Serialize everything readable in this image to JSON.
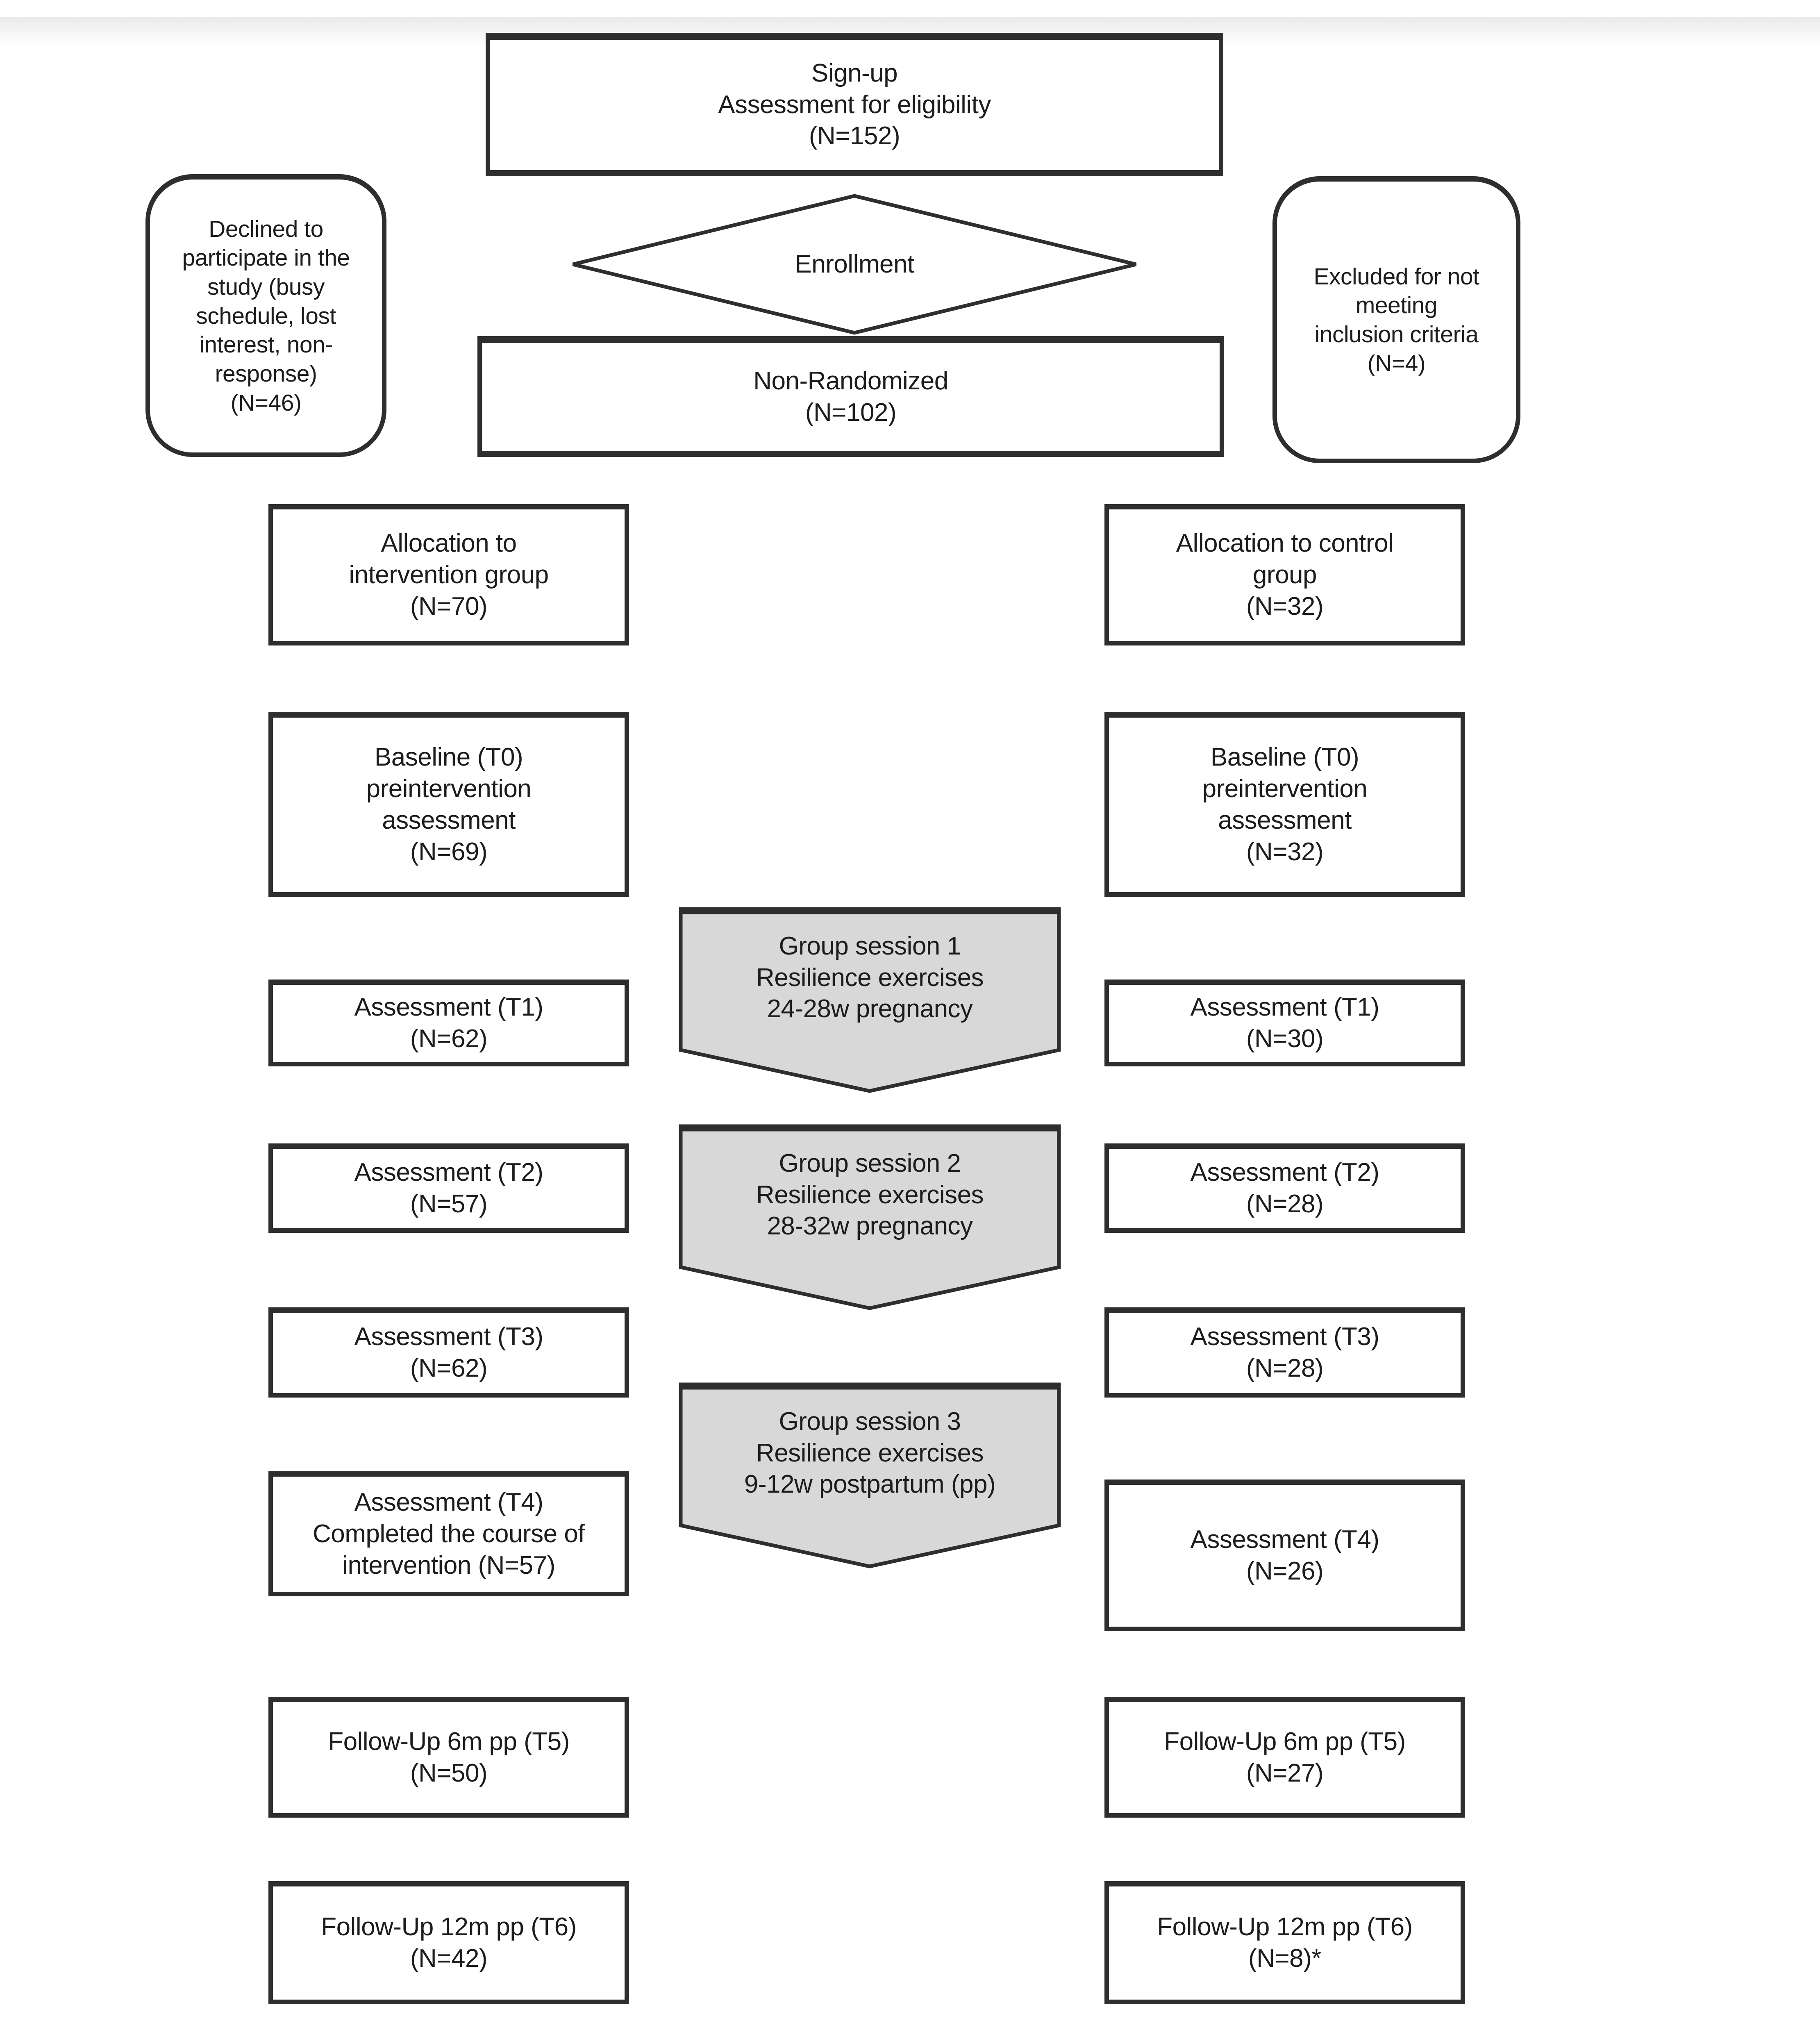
{
  "colors": {
    "page_bg": "#ffffff",
    "line": "#2e2e2e",
    "text": "#1c1c1c",
    "arrow_fill": "#d8d8d8",
    "top_band": "#e9e9e9"
  },
  "nodes": {
    "signup": {
      "text": "Sign-up\nAssessment for eligibility\n(N=152)"
    },
    "enrollment": {
      "text": "Enrollment"
    },
    "non_randomized": {
      "text": "Non-Randomized\n(N=102)"
    },
    "declined": {
      "text": "Declined to\nparticipate in the\nstudy (busy\nschedule, lost\ninterest, non-\nresponse)\n(N=46)"
    },
    "excluded": {
      "text": "Excluded for not\nmeeting\ninclusion criteria\n(N=4)"
    },
    "alloc_intervention": {
      "text": "Allocation to\nintervention group\n(N=70)"
    },
    "alloc_control": {
      "text": "Allocation to control\ngroup\n(N=32)"
    },
    "baseline_intervention": {
      "text": "Baseline (T0)\npreintervention\nassessment\n(N=69)"
    },
    "baseline_control": {
      "text": "Baseline (T0)\npreintervention\nassessment\n(N=32)"
    },
    "t1_intervention": {
      "text": "Assessment (T1)\n(N=62)"
    },
    "t1_control": {
      "text": "Assessment (T1)\n(N=30)"
    },
    "t2_intervention": {
      "text": "Assessment (T2)\n(N=57)"
    },
    "t2_control": {
      "text": "Assessment (T2)\n(N=28)"
    },
    "t3_intervention": {
      "text": "Assessment (T3)\n(N=62)"
    },
    "t3_control": {
      "text": "Assessment (T3)\n(N=28)"
    },
    "t4_intervention": {
      "text": "Assessment (T4)\nCompleted the course of\nintervention (N=57)"
    },
    "t4_control": {
      "text": "Assessment (T4)\n(N=26)"
    },
    "t5_intervention": {
      "text": "Follow-Up 6m pp (T5)\n(N=50)"
    },
    "t5_control": {
      "text": "Follow-Up 6m pp (T5)\n(N=27)"
    },
    "t6_intervention": {
      "text": "Follow-Up 12m pp (T6)\n(N=42)"
    },
    "t6_control": {
      "text": "Follow-Up 12m pp (T6)\n(N=8)*"
    },
    "session1": {
      "text": "Group session 1\nResilience exercises\n24-28w pregnancy"
    },
    "session2": {
      "text": "Group session 2\nResilience exercises\n28-32w pregnancy"
    },
    "session3": {
      "text": "Group session 3\nResilience exercises\n9-12w postpartum (pp)"
    }
  }
}
